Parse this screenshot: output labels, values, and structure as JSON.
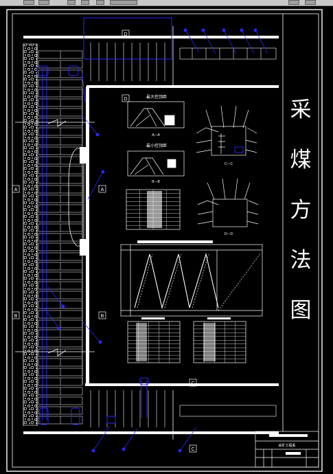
{
  "drawing": {
    "title_chars": [
      "采",
      "煤",
      "方",
      "法",
      "图"
    ],
    "section_markers": [
      "A",
      "B",
      "C",
      "D"
    ],
    "detail_titles": {
      "max_control": "最大控顶距",
      "min_control": "最小控顶距"
    },
    "section_cuts": {
      "aa": "A—A",
      "bb": "B—B",
      "cc": "C—C",
      "dd": "D—D"
    },
    "title_block": {
      "header": "采矿工程系"
    }
  },
  "colors": {
    "line": "#ffffff",
    "annotation": "#2a2aff",
    "background": "#000000",
    "ui_chrome": "#c8c8c8"
  }
}
